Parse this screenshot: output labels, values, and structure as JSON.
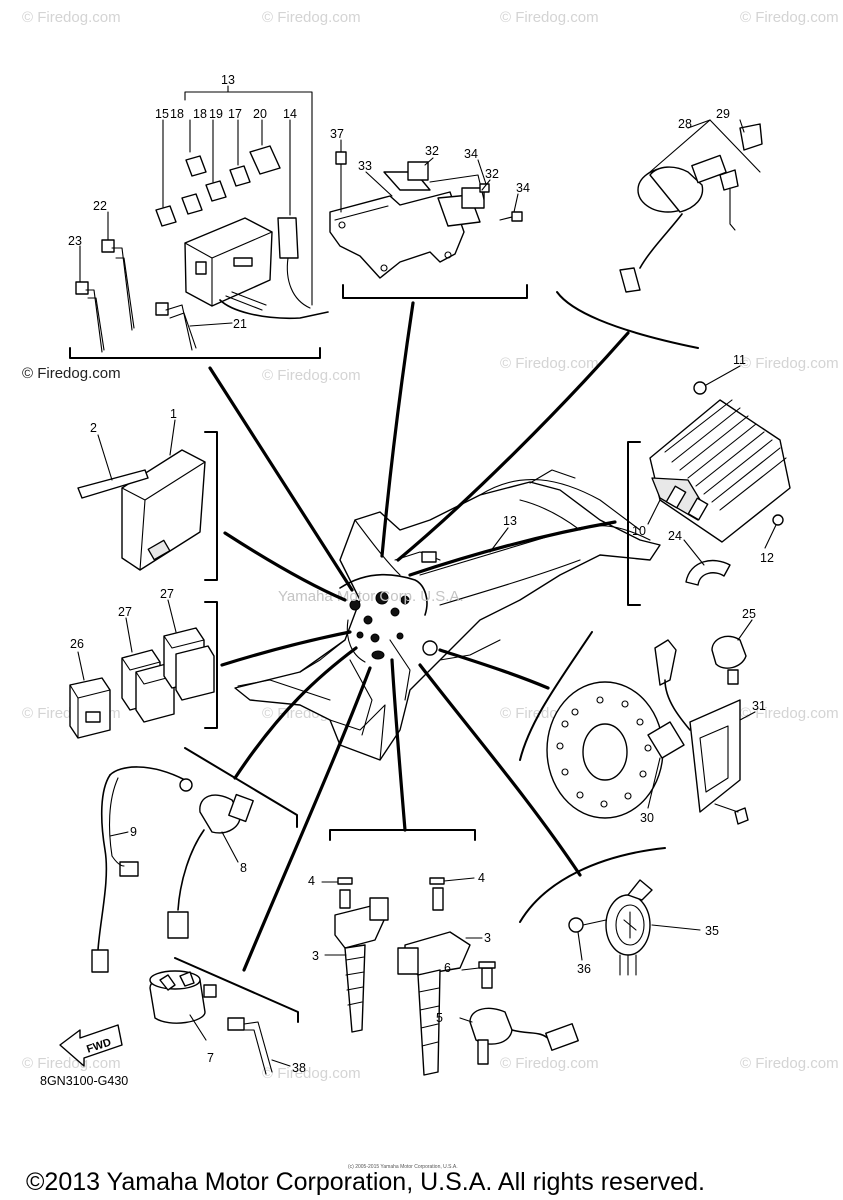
{
  "watermark": "© Firedog.com",
  "watermark_dark": "© Firedog.com",
  "center_watermark": "Yamaha Motor Corp. U.S.A.",
  "diagram_code": "8GN3100-G430",
  "fwd_label": "FWD",
  "copyright": "©2013 Yamaha Motor Corporation, U.S.A. All rights reserved.",
  "small_copyright": "(c) 2005-2015 Yamaha Motor Corporation, U.S.A.",
  "callouts": {
    "c1": "1",
    "c2": "2",
    "c3a": "3",
    "c3b": "3",
    "c4a": "4",
    "c4b": "4",
    "c5": "5",
    "c6": "6",
    "c7": "7",
    "c8": "8",
    "c9": "9",
    "c10": "10",
    "c11": "11",
    "c12": "12",
    "c13a": "13",
    "c13b": "13",
    "c14": "14",
    "c15": "15",
    "c16": "18",
    "c17": "18",
    "c18": "19",
    "c19": "17",
    "c20": "20",
    "c21": "21",
    "c22": "22",
    "c23": "23",
    "c24": "24",
    "c25": "25",
    "c26": "26",
    "c27a": "27",
    "c27b": "27",
    "c28": "28",
    "c29": "29",
    "c30": "30",
    "c31": "31",
    "c32a": "32",
    "c32b": "32",
    "c33": "33",
    "c34a": "34",
    "c34b": "34",
    "c35": "35",
    "c36": "36",
    "c37": "37",
    "c38": "38"
  }
}
